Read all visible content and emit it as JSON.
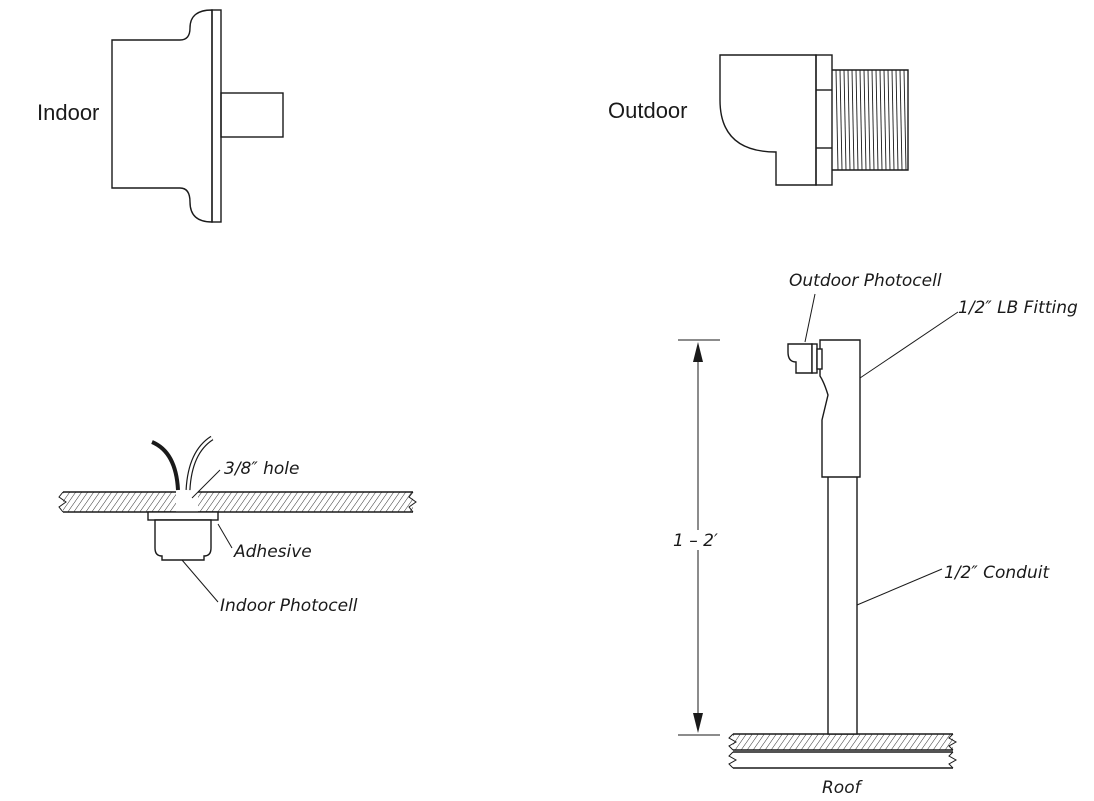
{
  "labels": {
    "indoor": "Indoor",
    "outdoor": "Outdoor",
    "outdoor_photocell": "Outdoor Photocell",
    "lb_fitting": "1/2″ LB Fitting",
    "hole": "3/8″ hole",
    "adhesive": "Adhesive",
    "indoor_photocell": "Indoor Photocell",
    "height": "1 – 2′",
    "conduit": "1/2″ Conduit",
    "roof": "Roof"
  },
  "colors": {
    "ink": "#1a1a1a",
    "background": "#ffffff"
  }
}
